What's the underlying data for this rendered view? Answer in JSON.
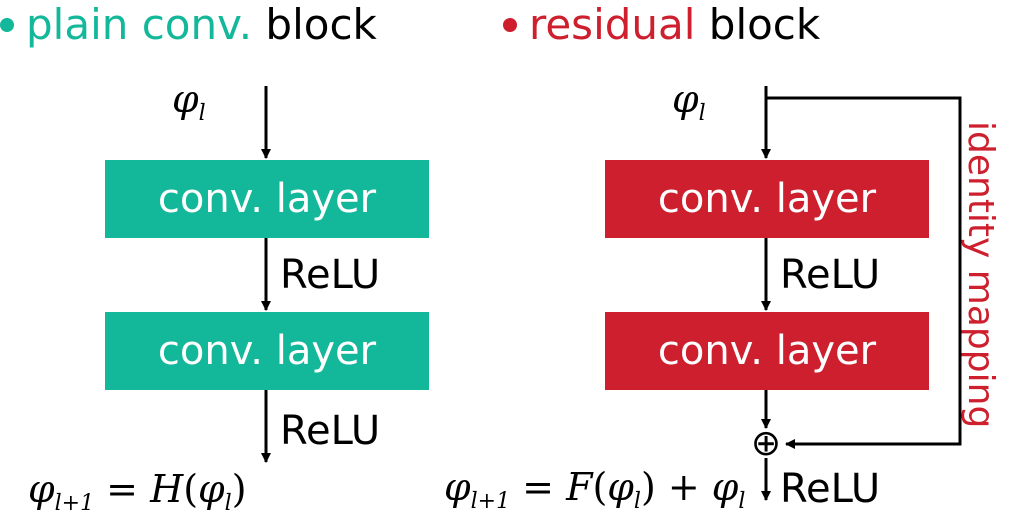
{
  "colors": {
    "plain": "#13b79a",
    "residual": "#cd1f2d"
  },
  "plain_block": {
    "title_colored": "plain conv.",
    "title_black": "block",
    "input_symbol": "φ",
    "input_sub": "l",
    "layer1_label": "conv. layer",
    "layer2_label": "conv. layer",
    "relu1": "ReLU",
    "relu2": "ReLU",
    "output_formula": {
      "phi": "φ",
      "sub": "l+1",
      "equals": " = ",
      "func": "H",
      "open": "(",
      "arg_phi": "φ",
      "arg_sub": "l",
      "close": ")"
    }
  },
  "residual_block": {
    "title_colored": "residual",
    "title_black": "block",
    "input_symbol": "φ",
    "input_sub": "l",
    "layer1_label": "conv. layer",
    "layer2_label": "conv. layer",
    "relu1": "ReLU",
    "relu2": "ReLU",
    "identity_label": "identity mapping",
    "add_symbol": "⊕",
    "output_formula": {
      "phi": "φ",
      "sub": "l+1",
      "equals": " = ",
      "func": "F",
      "open": "(",
      "arg_phi": "φ",
      "arg_sub": "l",
      "close": ")",
      "plus": " + ",
      "add_phi": "φ",
      "add_sub": "l"
    }
  }
}
